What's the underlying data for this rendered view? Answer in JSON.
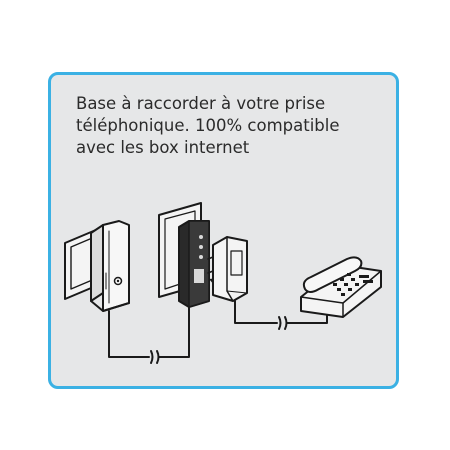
{
  "caption": {
    "lines": [
      "Base à raccorder à votre prise",
      "téléphonique. 100% compatible",
      "avec les box internet"
    ]
  },
  "colors": {
    "panel_background": "#e6e7e8",
    "panel_border": "#3bb1e4",
    "line_art": "#1a1a1a",
    "device_fill": "#f4f4f4",
    "base_fill": "#2a2a2a"
  },
  "icons": {
    "wall_socket": "wall-socket-icon",
    "box": "internet-box-icon",
    "base": "phone-base-icon",
    "adapter": "power-adapter-icon",
    "telephone": "desk-telephone-icon",
    "arrow": "plug-in-arrow-icon"
  }
}
